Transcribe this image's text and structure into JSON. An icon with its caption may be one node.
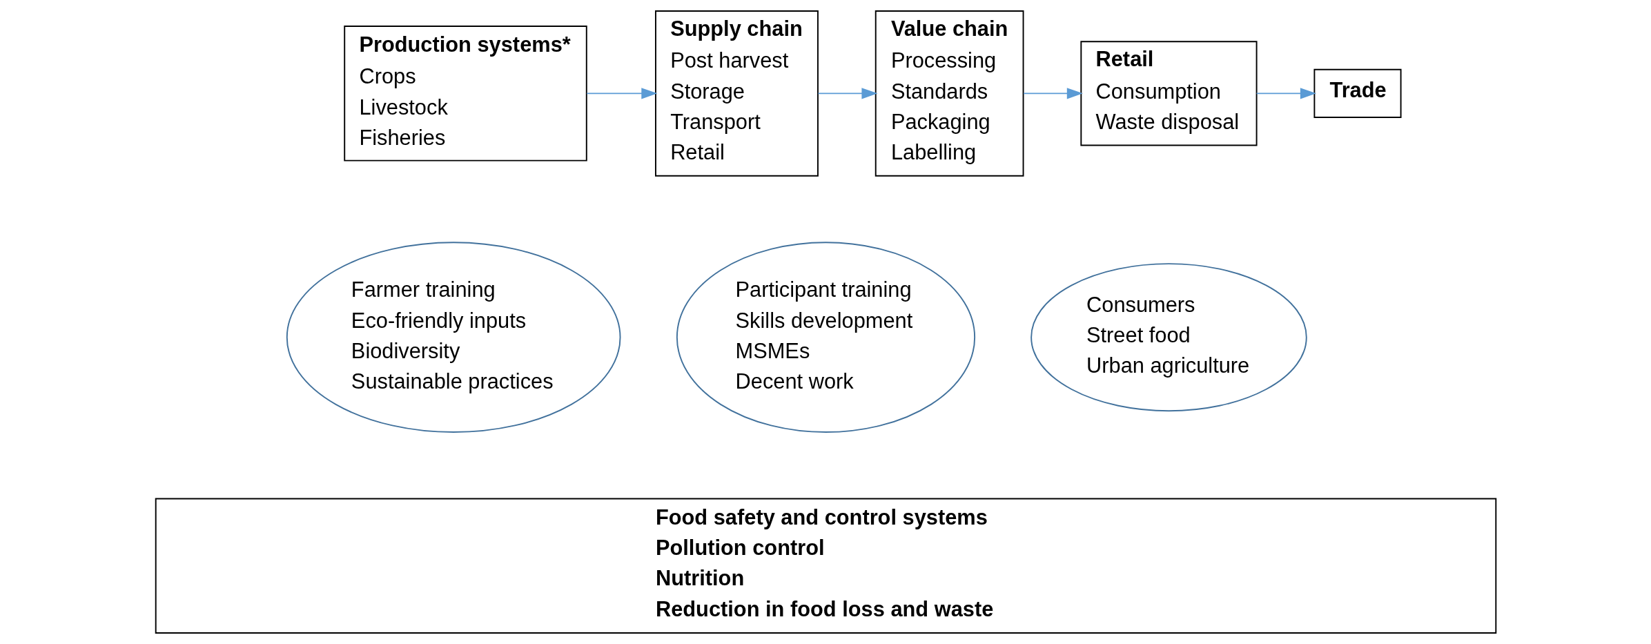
{
  "diagram": {
    "nodes": [
      {
        "text": [
          "Production systems*",
          "Crops",
          "Livestock",
          "Fisheries"
        ]
      },
      {
        "text": [
          "Supply chain",
          "Post harvest",
          "Storage",
          "Transport",
          "Retail"
        ]
      },
      {
        "text": [
          "Value chain",
          "Processing",
          "Standards",
          "Packaging",
          "Labelling"
        ]
      },
      {
        "text": [
          "Retail",
          "Consumption",
          "Waste disposal"
        ]
      },
      {
        "text": [
          "Trade"
        ]
      },
      {
        "text": [
          "Farmer training",
          "Eco-friendly inputs",
          "Biodiversity",
          "Sustainable practices"
        ]
      },
      {
        "text": [
          "Participant training",
          "Skills development",
          "MSMEs",
          "Decent work"
        ]
      },
      {
        "text": [
          "Consumers",
          "Street food",
          "Urban agriculture"
        ]
      },
      {
        "text": [
          "Food safety and control systems",
          "Pollution control",
          "Nutrition",
          "Reduction in food loss and waste"
        ]
      }
    ],
    "edges": [
      {
        "from": 0,
        "to": 1,
        "arrow": "to",
        "color": "#5b9bd5"
      },
      {
        "from": 1,
        "to": 2,
        "arrow": "to",
        "color": "#5b9bd5"
      },
      {
        "from": 2,
        "to": 3,
        "arrow": "to",
        "color": "#5b9bd5"
      },
      {
        "from": 3,
        "to": 4,
        "arrow": "to",
        "color": "#5b9bd5"
      }
    ]
  }
}
